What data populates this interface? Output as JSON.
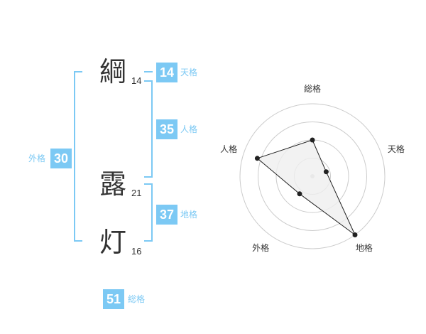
{
  "name": {
    "characters": [
      {
        "char": "綱",
        "strokes": "14"
      },
      {
        "char": "露",
        "strokes": "21"
      },
      {
        "char": "灯",
        "strokes": "16"
      }
    ]
  },
  "fortune": {
    "tenkaku": {
      "value": "14",
      "label": "天格"
    },
    "jinkaku": {
      "value": "35",
      "label": "人格"
    },
    "chikaku": {
      "value": "37",
      "label": "地格"
    },
    "gaikaku": {
      "value": "30",
      "label": "外格"
    },
    "soukaku": {
      "value": "51",
      "label": "総格"
    }
  },
  "chart_data": {
    "type": "radar",
    "axes": [
      "総格",
      "天格",
      "地格",
      "外格",
      "人格"
    ],
    "values": [
      0.5,
      0.2,
      1.0,
      0.3,
      0.8
    ],
    "rings": 4,
    "colors": {
      "fill": "#efefef",
      "stroke": "#222222",
      "ring": "#cccccc",
      "center": "#cccccc"
    }
  },
  "colors": {
    "accent": "#7cc9f4",
    "text": "#333333"
  }
}
